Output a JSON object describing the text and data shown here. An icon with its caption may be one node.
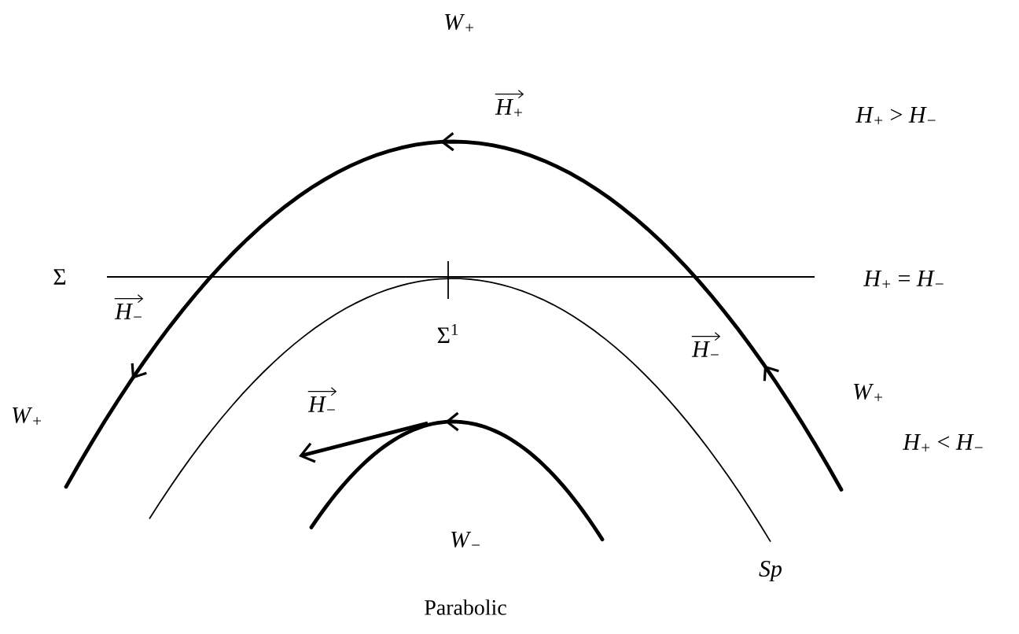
{
  "diagram": {
    "caption": "Parabolic",
    "labels": [
      "*W*$_{+}$",
      "*H*$_{+}$",
      "*H*$_{+}$ > *H*$_{−}$",
      "Σ",
      "*H*$_{+}$ = *H*$_{−}$",
      "*H*$_{−}$",
      "Σ$^{1}$",
      "*H*$_{−}$",
      "*W*$_{+}$",
      "*H*$_{−}$",
      "*W*$_{+}$",
      "*H*$_{+}$ < *H*$_{−}$",
      "*W*$_{−}$",
      "Sp"
    ]
  }
}
